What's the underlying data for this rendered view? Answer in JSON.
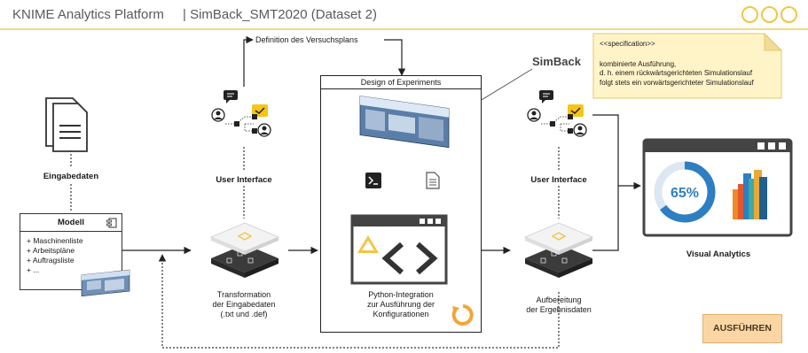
{
  "header": {
    "app_name": "KNIME Analytics Platform",
    "workflow_title": "| SimBack_SMT2020 (Dataset 2)"
  },
  "diagram": {
    "definition_label": "Definition des Versuchsplans",
    "eingabedaten_label": "Eingabedaten",
    "model": {
      "title": "Modell",
      "items": [
        "+ Maschinenliste",
        "+ Arbeitspläne",
        "+ Auftragsliste",
        "+ ..."
      ]
    },
    "user_interface_left_label": "User Interface",
    "user_interface_right_label": "User Interface",
    "transformation_label": [
      "Transformation",
      "der Eingabedaten",
      "(.txt und .def)"
    ],
    "doe_title": "Design of Experiments",
    "python_label": [
      "Python-Integration",
      "zur Ausführung der",
      "Konfigurationen"
    ],
    "simback_label": "SimBack",
    "specification": {
      "title": "<<specification>>",
      "lines": [
        "kombinierte Ausführung,",
        "d. h. einem rückwärtsgerichteten Simulationslauf",
        "folgt stets ein vorwärtsgerichteter Simulationslauf"
      ]
    },
    "aufbereitung_label": [
      "Aufbereitung",
      "der Ergebnisdaten"
    ],
    "visual_analytics_label": "Visual Analytics",
    "gauge_value_text": "65%",
    "gauge_fraction": 0.65,
    "run_button_label": "AUSFÜHREN"
  },
  "colors": {
    "header_accent": "#f2c544",
    "gauge_blue": "#2d7fc1",
    "button_bg": "#fbd6a4"
  }
}
